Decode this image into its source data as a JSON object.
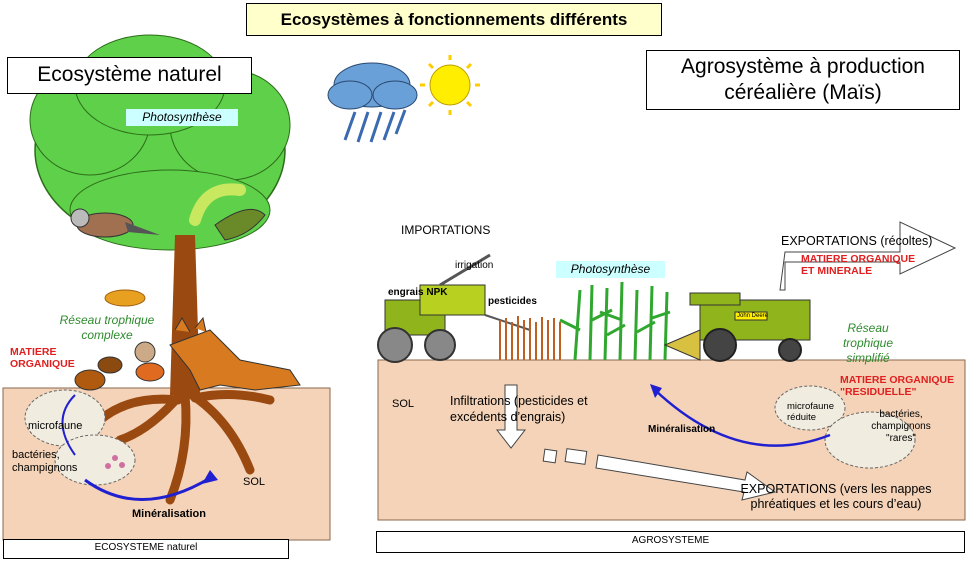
{
  "title": "Ecosystèmes à fonctionnements différents",
  "left": {
    "heading": "Ecosystème naturel",
    "photosynthese": "Photosynthèse",
    "reseau": "Réseau trophique complexe",
    "matiere": "MATIERE ORGANIQUE",
    "microfaune": "microfaune",
    "bacteries": "bactéries, champignons",
    "sol": "SOL",
    "mineralisation": "Minéralisation",
    "footer": "ECOSYSTEME naturel"
  },
  "right": {
    "heading": "Agrosystème à production céréalière (Maïs)",
    "importations": "IMPORTATIONS",
    "irrigation": "irrigation",
    "engrais": "engrais NPK",
    "pesticides": "pesticides",
    "photosynthese": "Photosynthèse",
    "exportations_recoltes": "EXPORTATIONS (récoltes)",
    "matiere_org_min": "MATIERE ORGANIQUE ET MINERALE",
    "reseau": "Réseau trophique simplifié",
    "sol": "SOL",
    "infiltrations": "Infiltrations (pesticides et excédents d’engrais)",
    "mineralisation": "Minéralisation",
    "matiere_residuelle": "MATIERE ORGANIQUE \"RESIDUELLE\"",
    "microfaune": "microfaune réduite",
    "bacteries": "bactéries, champignons \"rares\"",
    "exportations_nappes": "EXPORTATIONS (vers les nappes phréatiques et les cours d’eau)",
    "footer": "AGROSYSTEME",
    "machine_brand": "John Deere"
  },
  "colors": {
    "title_bg": "#ffffcc",
    "soil": "#f4d3b8",
    "leaf": "#5fd04a",
    "trunk": "#9a4a10",
    "photo_bg": "#ccffff",
    "red_text": "#e02020",
    "green_text": "#2e8b2e",
    "arrow_blue": "#2020d0",
    "sun": "#ffee00",
    "cloud": "#6aa0d8",
    "tractor": "#8fb41c",
    "corn": "#30a830",
    "stubble": "#c06020"
  },
  "icons": [
    "sun-icon",
    "rain-cloud-icon",
    "bird-icon",
    "caterpillar-icon",
    "fox-icon",
    "snail-icon",
    "tractor-icon",
    "combine-harvester-icon",
    "corn-field-icon"
  ]
}
